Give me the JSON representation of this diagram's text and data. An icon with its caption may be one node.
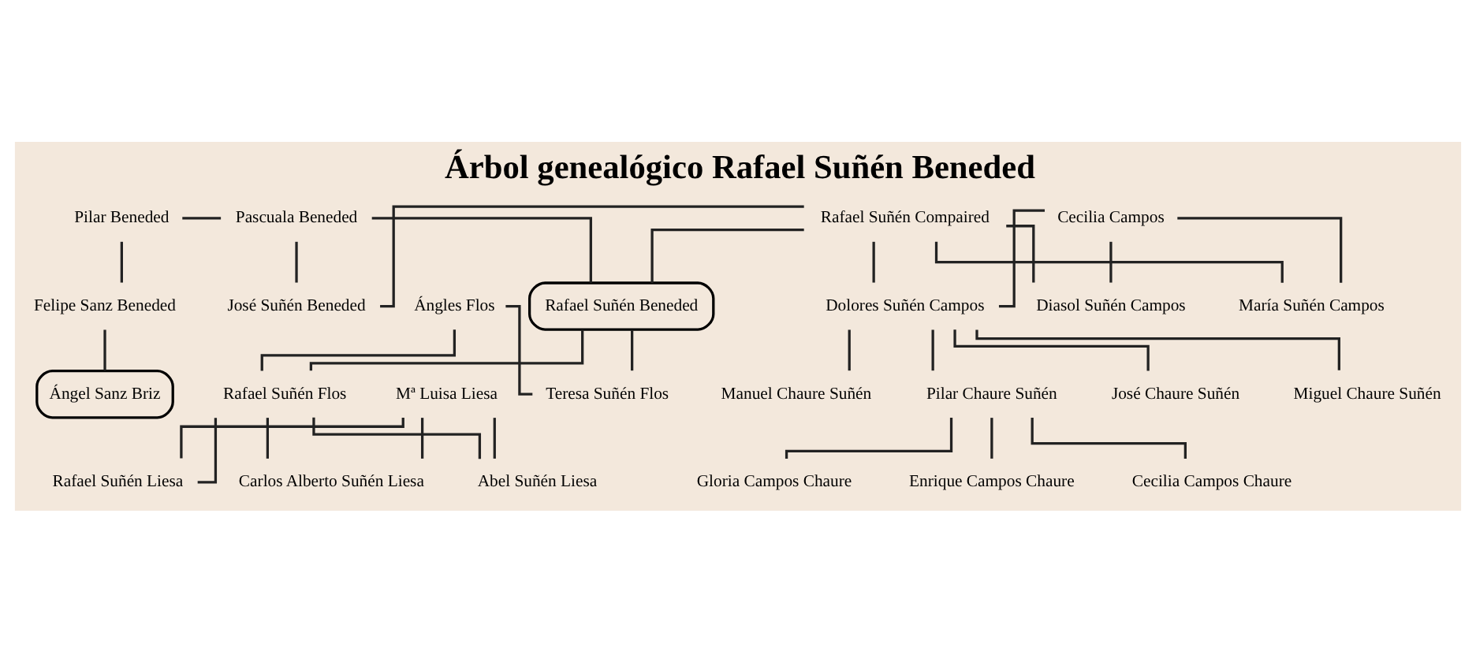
{
  "diagram": {
    "title": "Árbol genealógico Rafael Suñén Beneded",
    "nodes": [
      {
        "text": [
          "Pilar Beneded"
        ]
      },
      {
        "text": [
          "Pascuala Beneded"
        ]
      },
      {
        "text": [
          "Rafael Suñén Compaired"
        ]
      },
      {
        "text": [
          "Cecilia Campos"
        ]
      },
      {
        "text": [
          "Felipe Sanz Beneded"
        ]
      },
      {
        "text": [
          "Ángles Flos"
        ]
      },
      {
        "text": [
          "Rafael Suñén Beneded"
        ]
      },
      {
        "text": [
          "José Suñén Beneded"
        ]
      },
      {
        "text": [
          "Dolores Suñén Campos"
        ]
      },
      {
        "text": [
          "Diasol Suñén Campos"
        ]
      },
      {
        "text": [
          "María Suñén Campos"
        ]
      },
      {
        "text": [
          "Ángel Sanz Briz"
        ]
      },
      {
        "text": [
          "Rafael Suñén Flos"
        ]
      },
      {
        "text": [
          "Mª Luisa Liesa"
        ]
      },
      {
        "text": [
          "Teresa Suñén Flos"
        ]
      },
      {
        "text": [
          "Manuel Chaure Suñén"
        ]
      },
      {
        "text": [
          "Pilar Chaure Suñén"
        ]
      },
      {
        "text": [
          "José Chaure Suñén"
        ]
      },
      {
        "text": [
          "Miguel Chaure Suñén"
        ]
      },
      {
        "text": [
          "Rafael Suñén Liesa"
        ]
      },
      {
        "text": [
          "Carlos Alberto Suñén Liesa"
        ]
      },
      {
        "text": [
          "Abel Suñén Liesa"
        ]
      },
      {
        "text": [
          "Gloria Campos Chaure"
        ]
      },
      {
        "text": [
          "Enrique Campos Chaure"
        ]
      },
      {
        "text": [
          "Cecilia Campos Chaure"
        ]
      }
    ],
    "edges": [
      {
        "from": 0,
        "to": 1,
        "arrow": "none"
      },
      {
        "from": 0,
        "to": 4,
        "arrow": "none"
      },
      {
        "from": 4,
        "to": 11,
        "arrow": "none"
      },
      {
        "from": 1,
        "to": 6,
        "arrow": "none"
      },
      {
        "from": 1,
        "to": 7,
        "arrow": "none"
      },
      {
        "from": 2,
        "to": 6,
        "arrow": "none"
      },
      {
        "from": 2,
        "to": 7,
        "arrow": "none"
      },
      {
        "from": 2,
        "to": 8,
        "arrow": "none"
      },
      {
        "from": 2,
        "to": 9,
        "arrow": "none"
      },
      {
        "from": 2,
        "to": 10,
        "arrow": "none"
      },
      {
        "from": 3,
        "to": 8,
        "arrow": "none"
      },
      {
        "from": 3,
        "to": 9,
        "arrow": "none"
      },
      {
        "from": 3,
        "to": 10,
        "arrow": "none"
      },
      {
        "from": 5,
        "to": 12,
        "arrow": "none"
      },
      {
        "from": 5,
        "to": 14,
        "arrow": "none"
      },
      {
        "from": 6,
        "to": 12,
        "arrow": "none"
      },
      {
        "from": 6,
        "to": 14,
        "arrow": "none"
      },
      {
        "from": 12,
        "to": 19,
        "arrow": "none"
      },
      {
        "from": 12,
        "to": 20,
        "arrow": "none"
      },
      {
        "from": 12,
        "to": 21,
        "arrow": "none"
      },
      {
        "from": 13,
        "to": 19,
        "arrow": "none"
      },
      {
        "from": 13,
        "to": 20,
        "arrow": "none"
      },
      {
        "from": 13,
        "to": 21,
        "arrow": "none"
      },
      {
        "from": 8,
        "to": 15,
        "arrow": "none"
      },
      {
        "from": 8,
        "to": 16,
        "arrow": "none"
      },
      {
        "from": 8,
        "to": 17,
        "arrow": "none"
      },
      {
        "from": 8,
        "to": 18,
        "arrow": "none"
      },
      {
        "from": 16,
        "to": 22,
        "arrow": "none"
      },
      {
        "from": 16,
        "to": 23,
        "arrow": "none"
      },
      {
        "from": 16,
        "to": 24,
        "arrow": "none"
      }
    ]
  }
}
